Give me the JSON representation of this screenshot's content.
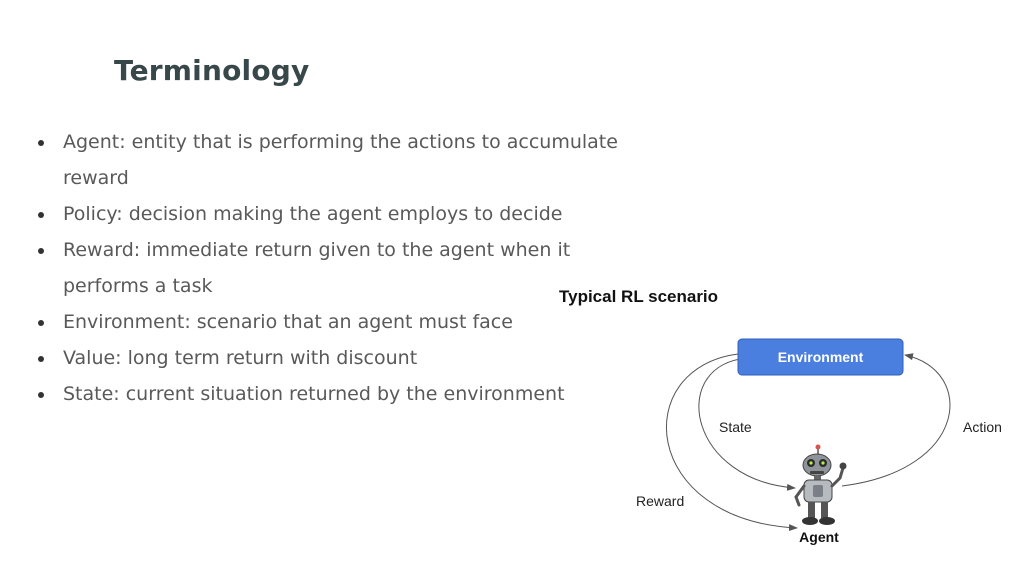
{
  "slide": {
    "title": "Terminology",
    "bullets": [
      {
        "lines": [
          "Agent: entity that is performing the actions to accumulate",
          "reward"
        ]
      },
      {
        "lines": [
          "Policy: decision making the agent employs to decide"
        ]
      },
      {
        "lines": [
          "Reward: immediate return given to the agent when it",
          "performs a task"
        ]
      },
      {
        "lines": [
          "Environment: scenario that an agent must face"
        ]
      },
      {
        "lines": [
          "Value: long term return with discount"
        ]
      },
      {
        "lines": [
          "State: current situation returned by the environment"
        ]
      }
    ]
  },
  "figure": {
    "title": "Typical RL scenario",
    "environment_label": "Environment",
    "agent_label": "Agent",
    "state_label": "State",
    "action_label": "Action",
    "reward_label": "Reward",
    "agent_icon": "robot-icon",
    "colors": {
      "environment_fill": "#4a7fe0",
      "environment_stroke": "#2f5fb8",
      "arrow": "#555555",
      "title_text": "#37474a",
      "body_text": "#595959"
    }
  }
}
